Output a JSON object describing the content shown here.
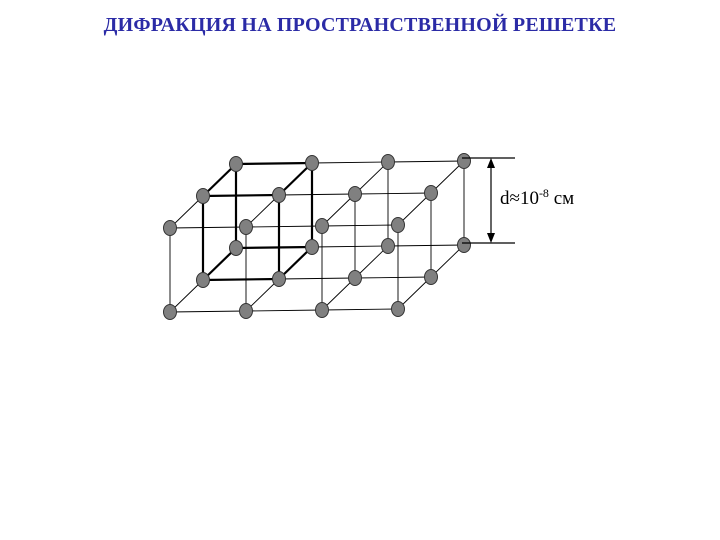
{
  "slide": {
    "title": "ДИФРАКЦИЯ НА ПРОСТРАНСТВЕННОЙ РЕШЕТКЕ"
  },
  "diagram": {
    "label_d": {
      "symbol": "d",
      "approx": "≈",
      "base": "10",
      "exponent": "-8",
      "unit": "см"
    },
    "colors": {
      "title": "#2b2ba6",
      "atom_fill": "#808080",
      "atom_stroke": "#333333",
      "bond": "#000000"
    }
  }
}
